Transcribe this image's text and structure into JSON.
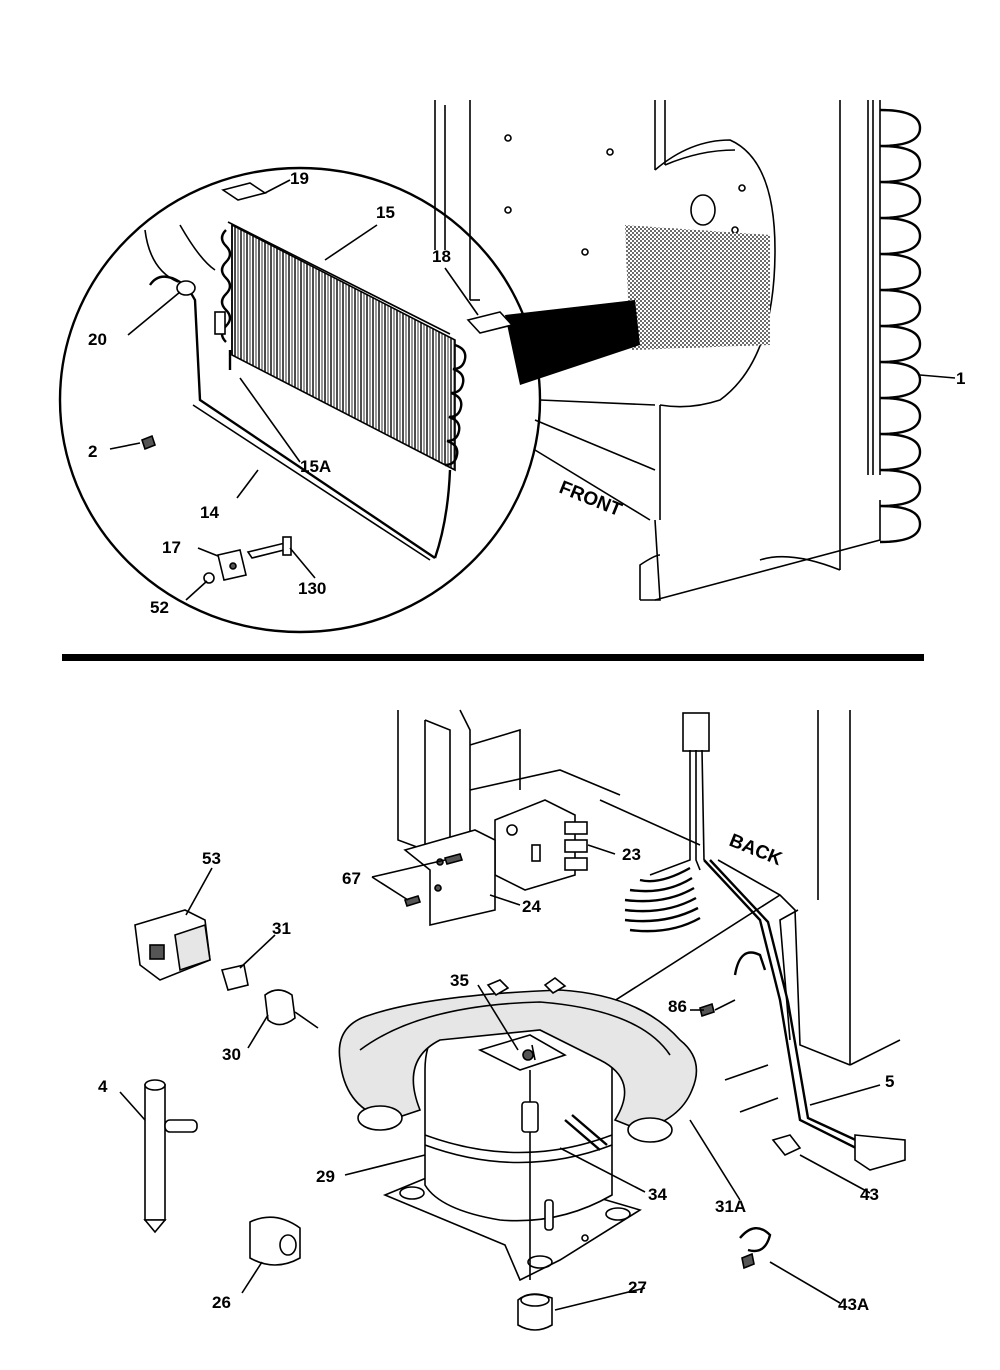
{
  "diagram": {
    "side_labels": {
      "front": "FRONT",
      "back": "BACK"
    },
    "top_view_labels": {
      "p1": "1",
      "p2": "2",
      "p14": "14",
      "p15": "15",
      "p15a": "15A",
      "p17": "17",
      "p18": "18",
      "p19": "19",
      "p20": "20",
      "p52": "52",
      "p130": "130"
    },
    "bottom_view_labels": {
      "p4": "4",
      "p5": "5",
      "p23": "23",
      "p24": "24",
      "p26": "26",
      "p27": "27",
      "p29": "29",
      "p30": "30",
      "p31": "31",
      "p31a": "31A",
      "p34": "34",
      "p35": "35",
      "p43": "43",
      "p43a": "43A",
      "p53": "53",
      "p67": "67",
      "p86": "86"
    }
  }
}
